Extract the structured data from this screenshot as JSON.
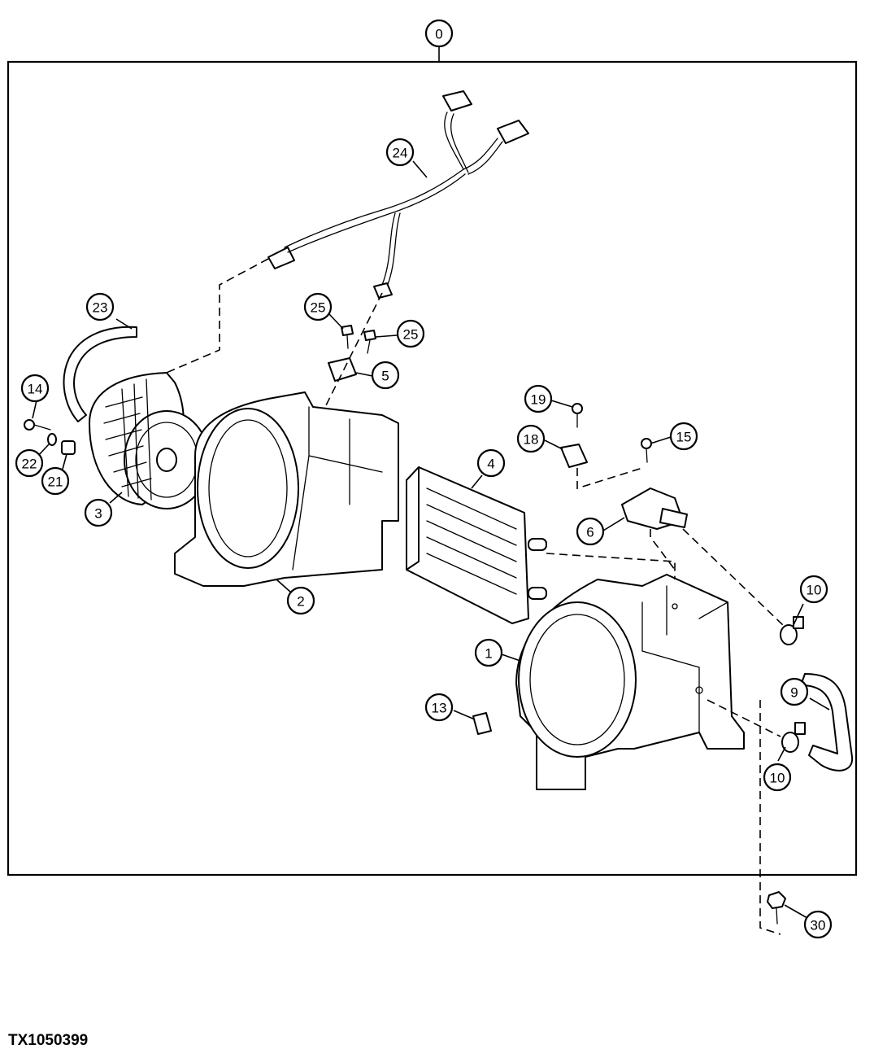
{
  "figure_id": "TX1050399",
  "callouts": [
    {
      "id": "c0",
      "label": "0"
    },
    {
      "id": "c24",
      "label": "24"
    },
    {
      "id": "c23",
      "label": "23"
    },
    {
      "id": "c25a",
      "label": "25"
    },
    {
      "id": "c25b",
      "label": "25"
    },
    {
      "id": "c5",
      "label": "5"
    },
    {
      "id": "c14",
      "label": "14"
    },
    {
      "id": "c22",
      "label": "22"
    },
    {
      "id": "c21",
      "label": "21"
    },
    {
      "id": "c3",
      "label": "3"
    },
    {
      "id": "c2",
      "label": "2"
    },
    {
      "id": "c19",
      "label": "19"
    },
    {
      "id": "c18",
      "label": "18"
    },
    {
      "id": "c15",
      "label": "15"
    },
    {
      "id": "c4",
      "label": "4"
    },
    {
      "id": "c6",
      "label": "6"
    },
    {
      "id": "c10a",
      "label": "10"
    },
    {
      "id": "c1",
      "label": "1"
    },
    {
      "id": "c9",
      "label": "9"
    },
    {
      "id": "c13",
      "label": "13"
    },
    {
      "id": "c10b",
      "label": "10"
    },
    {
      "id": "c30",
      "label": "30"
    }
  ]
}
